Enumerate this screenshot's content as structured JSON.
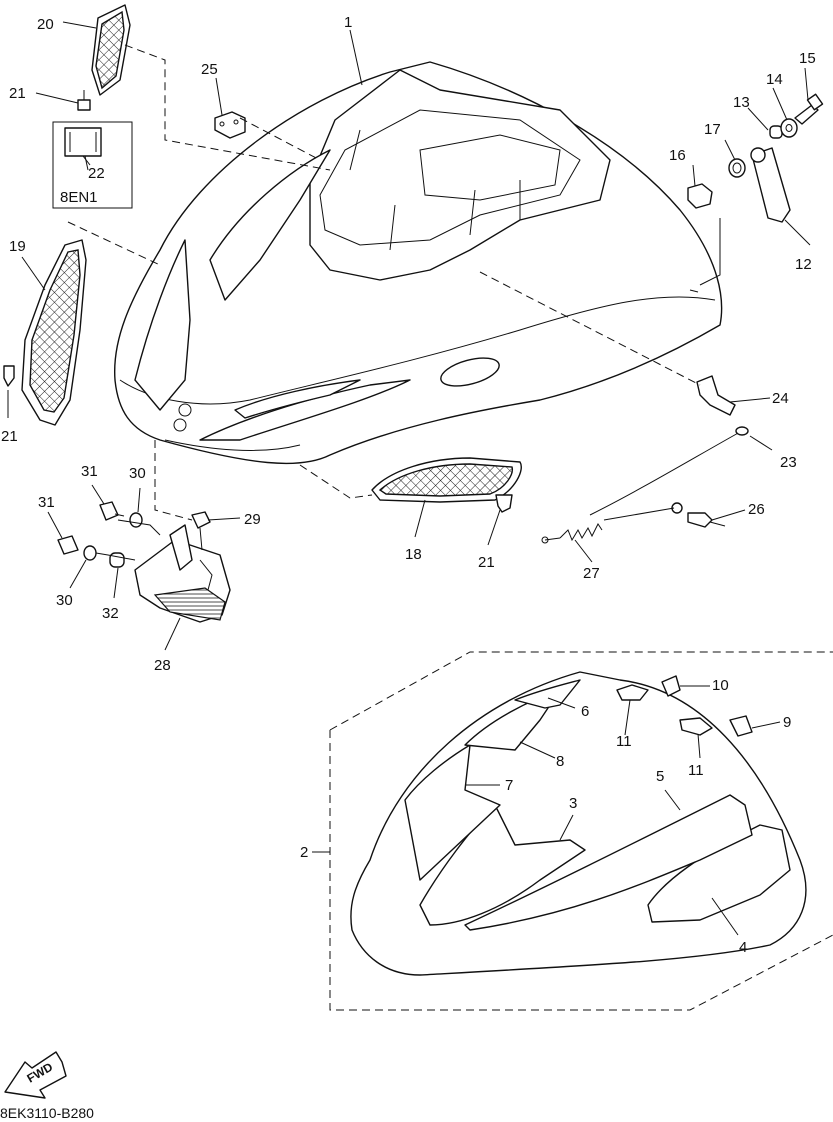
{
  "diagram": {
    "callouts": {
      "c1": "1",
      "c2": "2",
      "c3": "3",
      "c4": "4",
      "c5": "5",
      "c6": "6",
      "c7": "7",
      "c8": "8",
      "c9": "9",
      "c10": "10",
      "c11a": "11",
      "c11b": "11",
      "c12": "12",
      "c13": "13",
      "c14": "14",
      "c15": "15",
      "c16": "16",
      "c17": "17",
      "c18": "18",
      "c19": "19",
      "c20": "20",
      "c21a": "21",
      "c21b": "21",
      "c21c": "21",
      "c22": "22",
      "c23": "23",
      "c24": "24",
      "c25": "25",
      "c26": "26",
      "c27": "27",
      "c28": "28",
      "c29": "29",
      "c30a": "30",
      "c30b": "30",
      "c31a": "31",
      "c31b": "31",
      "c32": "32"
    },
    "variant_code": "8EN1",
    "fwd_label": "FWD",
    "figure_code": "8EK3110-B280"
  }
}
